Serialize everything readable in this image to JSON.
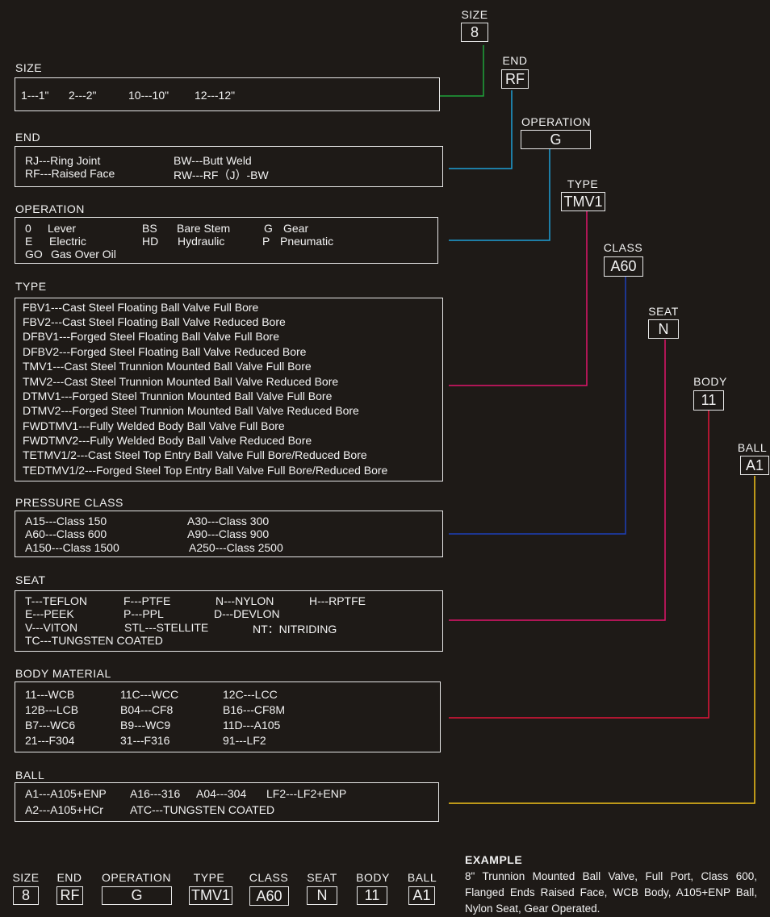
{
  "sections": {
    "size": {
      "label": "SIZE",
      "items": [
        "1---1\"",
        "2---2\"",
        "10---10\"",
        "12---12\""
      ]
    },
    "end": {
      "label": "END",
      "items": [
        "RJ---Ring Joint",
        "BW---Butt Weld",
        "RF---Raised Face",
        "RW---RF（J）-BW"
      ]
    },
    "operation": {
      "label": "OPERATION",
      "items": [
        {
          "code": "0",
          "name": "Lever"
        },
        {
          "code": "BS",
          "name": "Bare Stem"
        },
        {
          "code": "G",
          "name": "Gear"
        },
        {
          "code": "E",
          "name": "Electric"
        },
        {
          "code": "HD",
          "name": "Hydraulic"
        },
        {
          "code": "P",
          "name": "Pneumatic"
        },
        {
          "code": "GO",
          "name": "Gas Over Oil"
        }
      ]
    },
    "type": {
      "label": "TYPE",
      "items": [
        "FBV1---Cast Steel Floating Ball Valve Full Bore",
        "FBV2---Cast Steel Floating Ball Valve Reduced Bore",
        "DFBV1---Forged Steel Floating Ball Valve Full Bore",
        "DFBV2---Forged Steel Floating Ball Valve Reduced Bore",
        "TMV1---Cast Steel Trunnion Mounted Ball Valve Full Bore",
        "TMV2---Cast Steel Trunnion Mounted Ball Valve Reduced Bore",
        "DTMV1---Forged Steel Trunnion Mounted Ball Valve Full Bore",
        "DTMV2---Forged Steel Trunnion Mounted Ball Valve Reduced Bore",
        "FWDTMV1---Fully Welded Body Ball Valve Full Bore",
        "FWDTMV2---Fully Welded Body Ball Valve Reduced Bore",
        "TETMV1/2---Cast Steel Top Entry Ball Valve Full Bore/Reduced Bore",
        "TEDTMV1/2---Forged Steel Top Entry Ball Valve Full Bore/Reduced Bore"
      ]
    },
    "pressure_class": {
      "label": "PRESSURE CLASS",
      "items": [
        "A15---Class 150",
        "A30---Class 300",
        "A60---Class 600",
        "A90---Class 900",
        "A150---Class 1500",
        "A250---Class 2500"
      ]
    },
    "seat": {
      "label": "SEAT",
      "items": [
        "T---TEFLON",
        "F---PTFE",
        "N---NYLON",
        "H---RPTFE",
        "E---PEEK",
        "P---PPL",
        "D---DEVLON",
        "V---VITON",
        "STL---STELLITE",
        "NT：NITRIDING",
        "TC---TUNGSTEN COATED"
      ]
    },
    "body_material": {
      "label": "BODY MATERIAL",
      "items": [
        "11---WCB",
        "11C---WCC",
        "12C---LCC",
        "12B---LCB",
        "B04---CF8",
        "B16---CF8M",
        "B7---WC6",
        "B9---WC9",
        "11D---A105",
        "21---F304",
        "31---F316",
        "91---LF2"
      ]
    },
    "ball": {
      "label": "BALL",
      "items": [
        "A1---A105+ENP",
        "A16---316",
        "A04---304",
        "LF2---LF2+ENP",
        "A2---A105+HCr",
        "ATC---TUNGSTEN COATED"
      ]
    }
  },
  "codes": [
    {
      "label": "SIZE",
      "value": "8",
      "color": "#1fa33a"
    },
    {
      "label": "END",
      "value": "RF",
      "color": "#1e9fd6"
    },
    {
      "label": "OPERATION",
      "value": "G",
      "color": "#1e9fd6"
    },
    {
      "label": "TYPE",
      "value": "TMV1",
      "color": "#e0156b"
    },
    {
      "label": "CLASS",
      "value": "A60",
      "color": "#1d3fb8"
    },
    {
      "label": "SEAT",
      "value": "N",
      "color": "#e0156b"
    },
    {
      "label": "BODY",
      "value": "11",
      "color": "#e0153a"
    },
    {
      "label": "BALL",
      "value": "A1",
      "color": "#f2c21a"
    }
  ],
  "example": {
    "title": "EXAMPLE",
    "text": "8\" Trunnion Mounted Ball Valve, Full Port, Class 600, Flanged Ends Raised Face, WCB Body, A105+ENP Ball, Nylon Seat, Gear Operated."
  }
}
